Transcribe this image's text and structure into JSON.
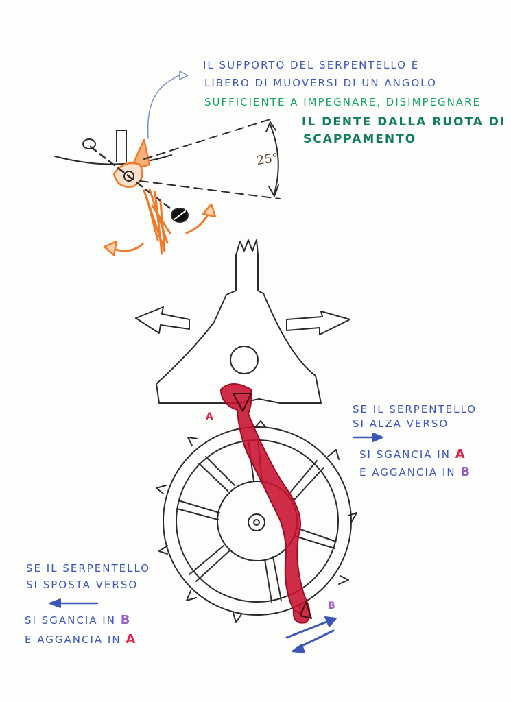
{
  "annotation_top": {
    "line1": "IL SUPPORTO DEL SERPENTELLO È",
    "line2": "LIBERO DI MUOVERSI DI UN ANGOLO",
    "line3": "SUFFICIENTE A IMPEGNARE, DISIMPEGNARE",
    "line4": "IL DENTE DALLA RUOTA DI",
    "line5": "SCAPPAMENTO"
  },
  "angle_label": "25°",
  "right_note": {
    "line1": "SE IL SERPENTELLO",
    "line2": "SI ALZA VERSO",
    "line3": "SI SGANCIA IN",
    "line3_letter": "A",
    "line4": "E AGGANCIA IN",
    "line4_letter": "B"
  },
  "left_note": {
    "line1": "SE IL SERPENTELLO",
    "line2": "SI SPOSTA VERSO",
    "line3": "SI SGANCIA IN",
    "line3_letter": "B",
    "line4": "E AGGANCIA IN",
    "line4_letter": "A"
  },
  "point_labels": {
    "a": "A",
    "b": "B"
  },
  "colors": {
    "ink": "#2b2b2b",
    "orange": "#f07a2a",
    "red_marker": "#c8102e",
    "blue_ink": "#3d57b8",
    "green_ink": "#14a16a"
  }
}
